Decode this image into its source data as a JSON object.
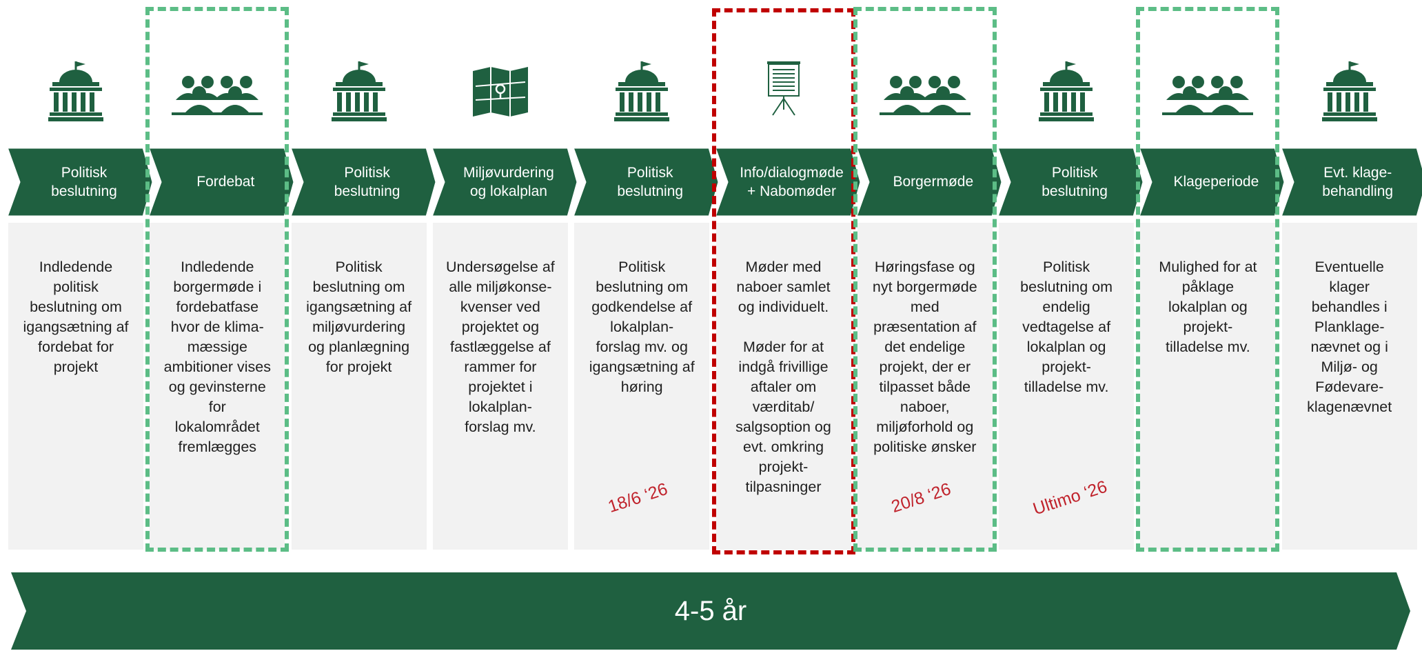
{
  "colors": {
    "brand_green": "#1f6040",
    "frame_green": "#5cbd86",
    "frame_red": "#c00000",
    "date_red": "#c0232c",
    "panel_gray": "#f2f2f2"
  },
  "steps": [
    {
      "icon": "government-building-icon",
      "label": "Politisk\nbeslutning",
      "description": "Indledende\npolitisk\nbeslutning om\nigangsætning af\nfordebat for\nprojekt",
      "date": ""
    },
    {
      "icon": "people-group-icon",
      "label": "Fordebat",
      "description": "Indledende\nborgermøde i\nfordebatfase\nhvor de klima-\nmæssige\nambitioner vises\nog gevinsterne\nfor\nlokalområdet\nfremlægges",
      "date": ""
    },
    {
      "icon": "government-building-icon",
      "label": "Politisk\nbeslutning",
      "description": "Politisk\nbeslutning om\nigangsætning af\nmiljøvurdering\nog planlægning\nfor projekt",
      "date": ""
    },
    {
      "icon": "folded-map-icon",
      "label": "Miljøvurdering\nog lokalplan",
      "description": "Undersøgelse af\nalle miljøkonse-\nkvenser ved\nprojektet og\nfastlæggelse af\nrammer for\nprojektet i\nlokalplan-\nforslag mv.",
      "date": ""
    },
    {
      "icon": "government-building-icon",
      "label": "Politisk\nbeslutning",
      "description": "Politisk\nbeslutning om\ngodkendelse af\nlokalplan-\nforslag mv. og\nigangsætning af\nhøring",
      "date": "18/6 ‘26"
    },
    {
      "icon": "presentation-easel-icon",
      "label": "Info/dialogmøde\n+ Nabomøder",
      "description": "Møder med\nnaboer samlet\nog individuelt.\n\nMøder for at\nindgå frivillige\naftaler om\nværditab/\nsalgsoption og\nevt. omkring\nprojekt-\ntilpasninger",
      "date": ""
    },
    {
      "icon": "people-group-icon",
      "label": "Borgermøde",
      "description": "Høringsfase og\nnyt borgermøde\nmed\npræsentation af\ndet endelige\nprojekt, der er\ntilpasset både\nnaboer,\nmiljøforhold og\npolitiske ønsker",
      "date": "20/8 ‘26"
    },
    {
      "icon": "government-building-icon",
      "label": "Politisk\nbeslutning",
      "description": "Politisk\nbeslutning om\nendelig\nvedtagelse af\nlokalplan og\nprojekt-\ntilladelse mv.",
      "date": "Ultimo  ‘26"
    },
    {
      "icon": "people-group-icon",
      "label": "Klageperiode",
      "description": "Mulighed for at\npåklage\nlokalplan og\nprojekt-\ntilladelse mv.",
      "date": ""
    },
    {
      "icon": "government-building-icon",
      "label": "Evt. klage-\nbehandling",
      "description": "Eventuelle\nklager\nbehandles i\nPlanklage-\nnævnet og i\nMiljø- og\nFødevare-\nklagenævnet",
      "date": ""
    }
  ],
  "highlights": [
    {
      "step": 1,
      "color": "green"
    },
    {
      "step": 5,
      "color": "red"
    },
    {
      "step": 6,
      "color": "green"
    },
    {
      "step": 8,
      "color": "green"
    }
  ],
  "duration": {
    "label": "4-5 år"
  }
}
